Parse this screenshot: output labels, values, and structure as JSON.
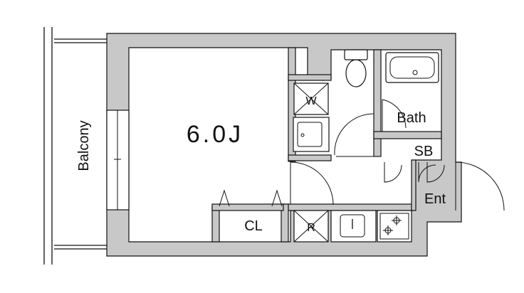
{
  "labels": {
    "balcony": "Balcony",
    "main_room": "6.0J",
    "bath": "Bath",
    "shoe_box": "SB",
    "entrance": "Ent",
    "closet": "CL"
  },
  "icons": {
    "washer": "washer-pan-icon",
    "fridge": "refrigerator-space-icon",
    "toilet": "toilet-icon",
    "bathtub": "bathtub-icon",
    "sink": "kitchen-sink-icon",
    "stove": "stove-burners-icon",
    "basin": "wash-basin-icon"
  },
  "markers": {
    "washer": "W",
    "fridge": "R"
  },
  "colors": {
    "wall_fill": "#c8c8c8",
    "line": "#111111",
    "background": "#ffffff"
  }
}
